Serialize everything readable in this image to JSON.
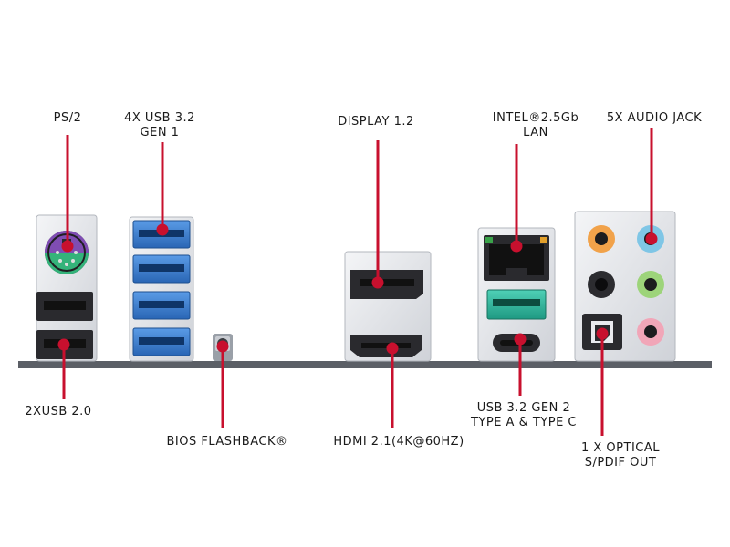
{
  "colors": {
    "pointer": "#c8102e",
    "pcb": "#5b5f66",
    "shield": "#e9eaee",
    "usb3": "#3c7fd0",
    "usb32gen2": "#2fb29a"
  },
  "labels": {
    "ps2": [
      "PS/2"
    ],
    "usb32": [
      "4X USB 3.2",
      "GEN 1"
    ],
    "display": [
      "DISPLAY 1.2"
    ],
    "lan": [
      "INTEL®2.5Gb",
      "LAN"
    ],
    "audio": [
      "5X AUDIO JACK"
    ],
    "usb20": [
      "2XUSB 2.0"
    ],
    "bios": [
      "BIOS FLASHBACK®"
    ],
    "hdmi": [
      "HDMI 2.1(4K@60HZ)"
    ],
    "usbgen2": [
      "USB 3.2 GEN 2",
      "TYPE A & TYPE C"
    ],
    "optical": [
      "1 X OPTICAL",
      "S/PDIF OUT"
    ]
  },
  "audio_jacks": [
    "orange",
    "blue",
    "black",
    "green",
    "pink"
  ]
}
